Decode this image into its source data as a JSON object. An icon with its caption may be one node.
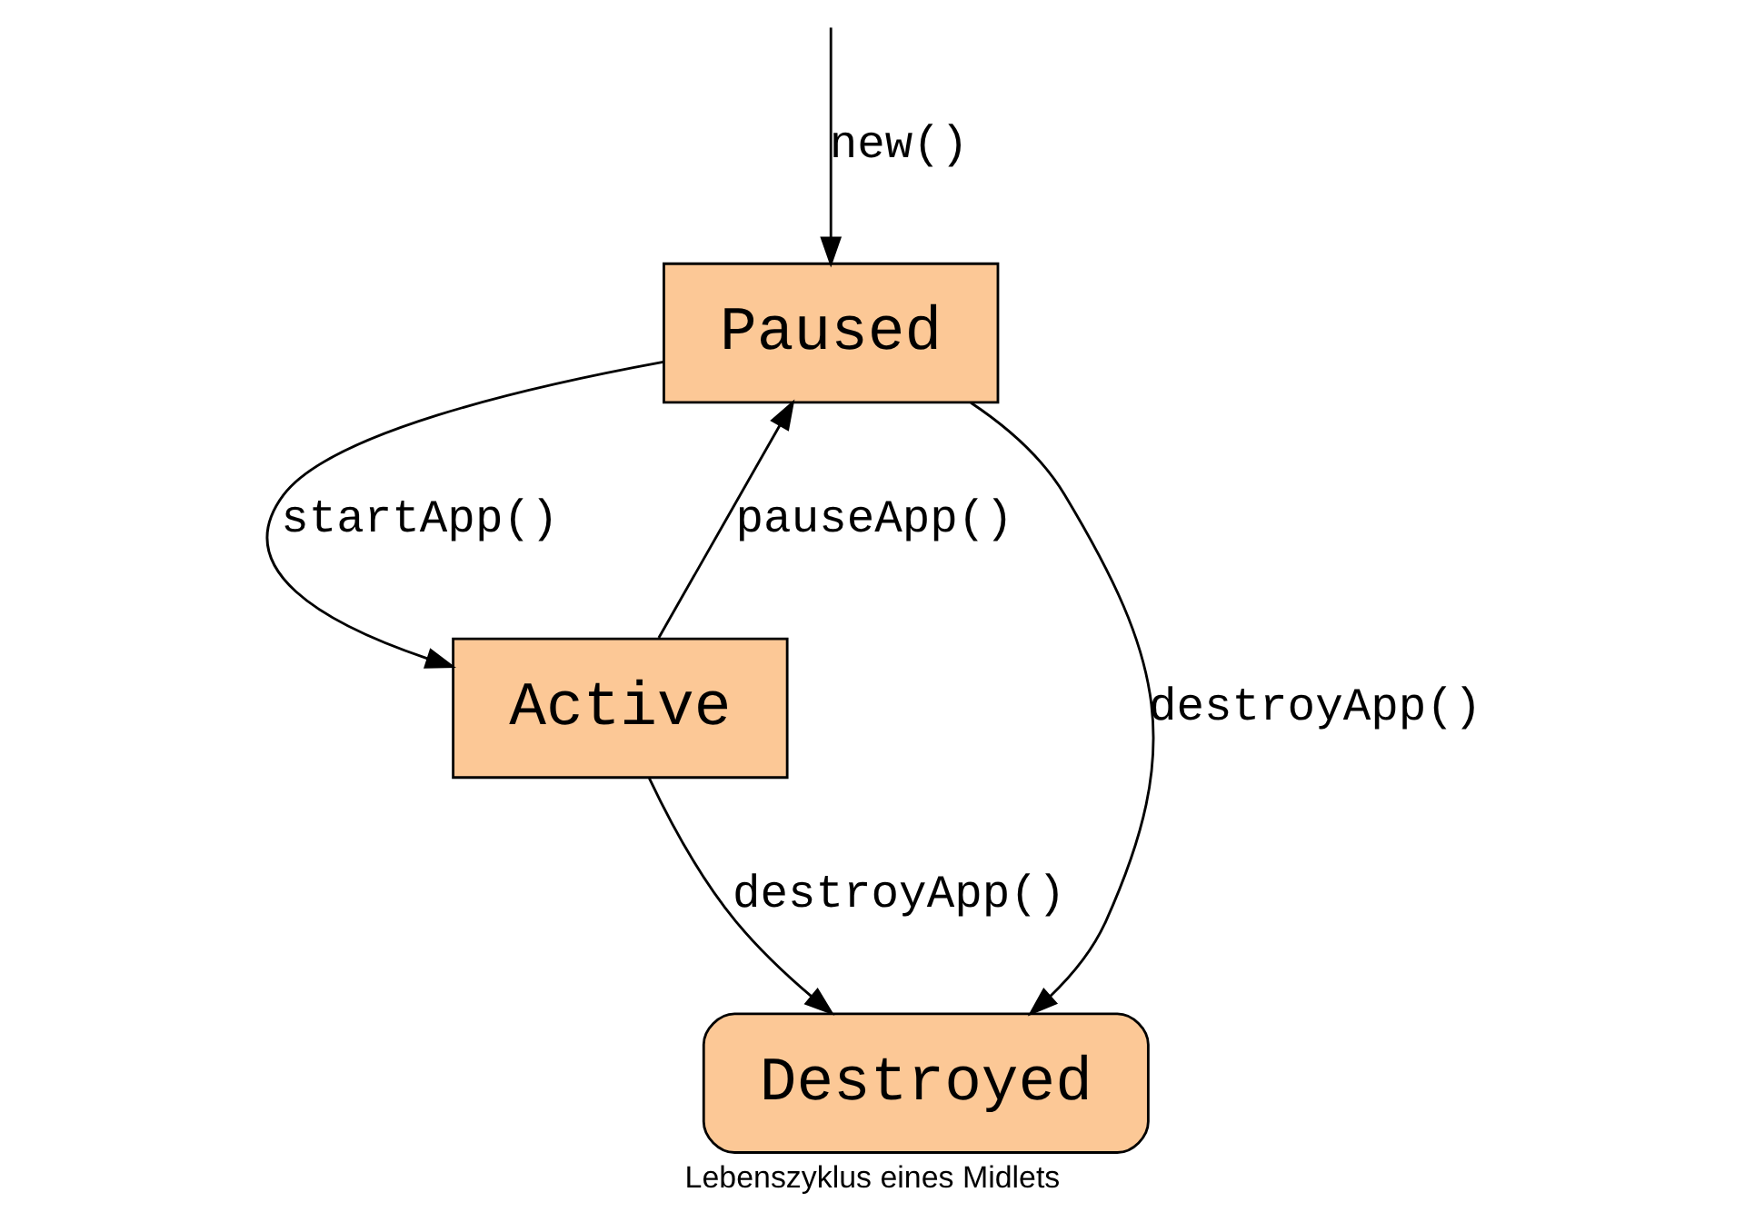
{
  "diagram": {
    "caption": "Lebenszyklus eines Midlets",
    "nodes": [
      {
        "text": [
          "Paused"
        ]
      },
      {
        "text": [
          "Active"
        ]
      },
      {
        "text": [
          "Destroyed"
        ]
      }
    ],
    "edges": [
      {
        "from": null,
        "to": 0,
        "arrow": "to",
        "label": "new()"
      },
      {
        "from": 0,
        "to": 2,
        "arrow": "to",
        "label": "destroyApp()"
      },
      {
        "from": 0,
        "to": 1,
        "arrow": "to",
        "label": "startApp()"
      },
      {
        "from": 1,
        "to": 0,
        "arrow": "to",
        "label": "pauseApp()"
      },
      {
        "from": 1,
        "to": 2,
        "arrow": "to",
        "label": "destroyApp()"
      }
    ]
  }
}
